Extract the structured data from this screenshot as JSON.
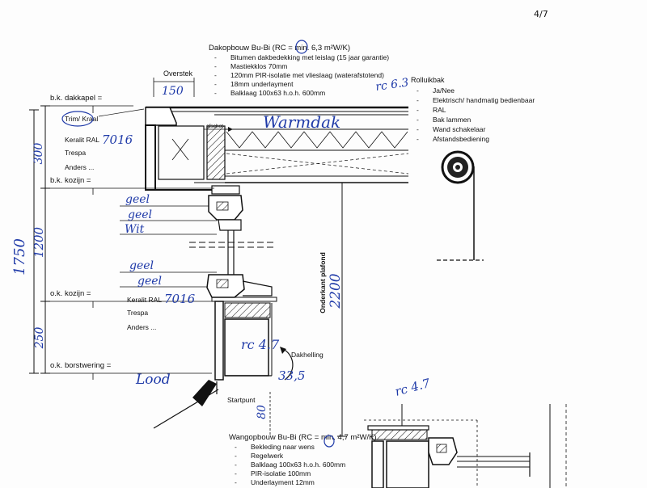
{
  "page_number": "4/7",
  "roof": {
    "title": "Dakopbouw Bu-Bi (RC = min. 6,3 m²W/K)",
    "items": [
      "Bitumen dakbedekking met leislag (15 jaar garantie)",
      "Mastiekklos 70mm",
      "120mm PIR-isolatie met vlieslaag (waterafstotend)",
      "18mm underlayment",
      "Balklaag 100x63 h.o.h. 600mm"
    ]
  },
  "rolluikbak": {
    "title": "Rolluikbak",
    "items": [
      "Ja/Nee",
      "Elektrisch/ handmatig bedienbaar",
      "RAL",
      "Bak lammen",
      "Wand schakelaar",
      "Afstandsbediening"
    ]
  },
  "wall": {
    "title": "Wangopbouw Bu-Bi (RC = min. 4,7 m²W/K)",
    "items": [
      "Bekleding naar wens",
      "Regelwerk",
      "Balklaag 100x63 h.o.h. 600mm",
      "PIR-isolatie 100mm",
      "Underlayment 12mm"
    ]
  },
  "labels": {
    "overstek": "Overstek",
    "bk_dakkapel": "b.k. dakkapel =",
    "trim_kraal": "Trim/ Kraal",
    "keralit_top": "Keralit RAL",
    "trespa_top": "Trespa",
    "anders_top": "Anders ...",
    "bk_kozijn": "b.k. kozijn =",
    "ok_kozijn": "o.k. kozijn =",
    "keralit_bottom": "Keralit RAL",
    "trespa_bottom": "Trespa",
    "anders_bottom": "Anders ...",
    "ok_borstwering": "o.k. borstwering =",
    "afschot": "afschot",
    "onderkant_plafond": "Onderkant plafond",
    "dakhelling": "Dakhelling",
    "startpunt": "Startpunt"
  },
  "handwriting": {
    "overstek_value": "150",
    "rc_roof": "rc 6.3",
    "warmdak": "Warmdak",
    "ral_top": "7016",
    "ral_bottom": "7016",
    "dim_300": "300",
    "dim_1200": "1200",
    "dim_1750": "1750",
    "dim_250": "250",
    "geel_1": "geel",
    "geel_2": "geel",
    "wit": "Wit",
    "geel_3": "geel",
    "geel_4": "geel",
    "rc_small": "rc 4.7",
    "height_2200": "2200",
    "angle": "33,5",
    "lood": "Lood",
    "dim_80": "80",
    "rc_wall": "rc 4.7"
  },
  "colors": {
    "ink": "#111111",
    "handwriting": "#1f3aa8"
  }
}
